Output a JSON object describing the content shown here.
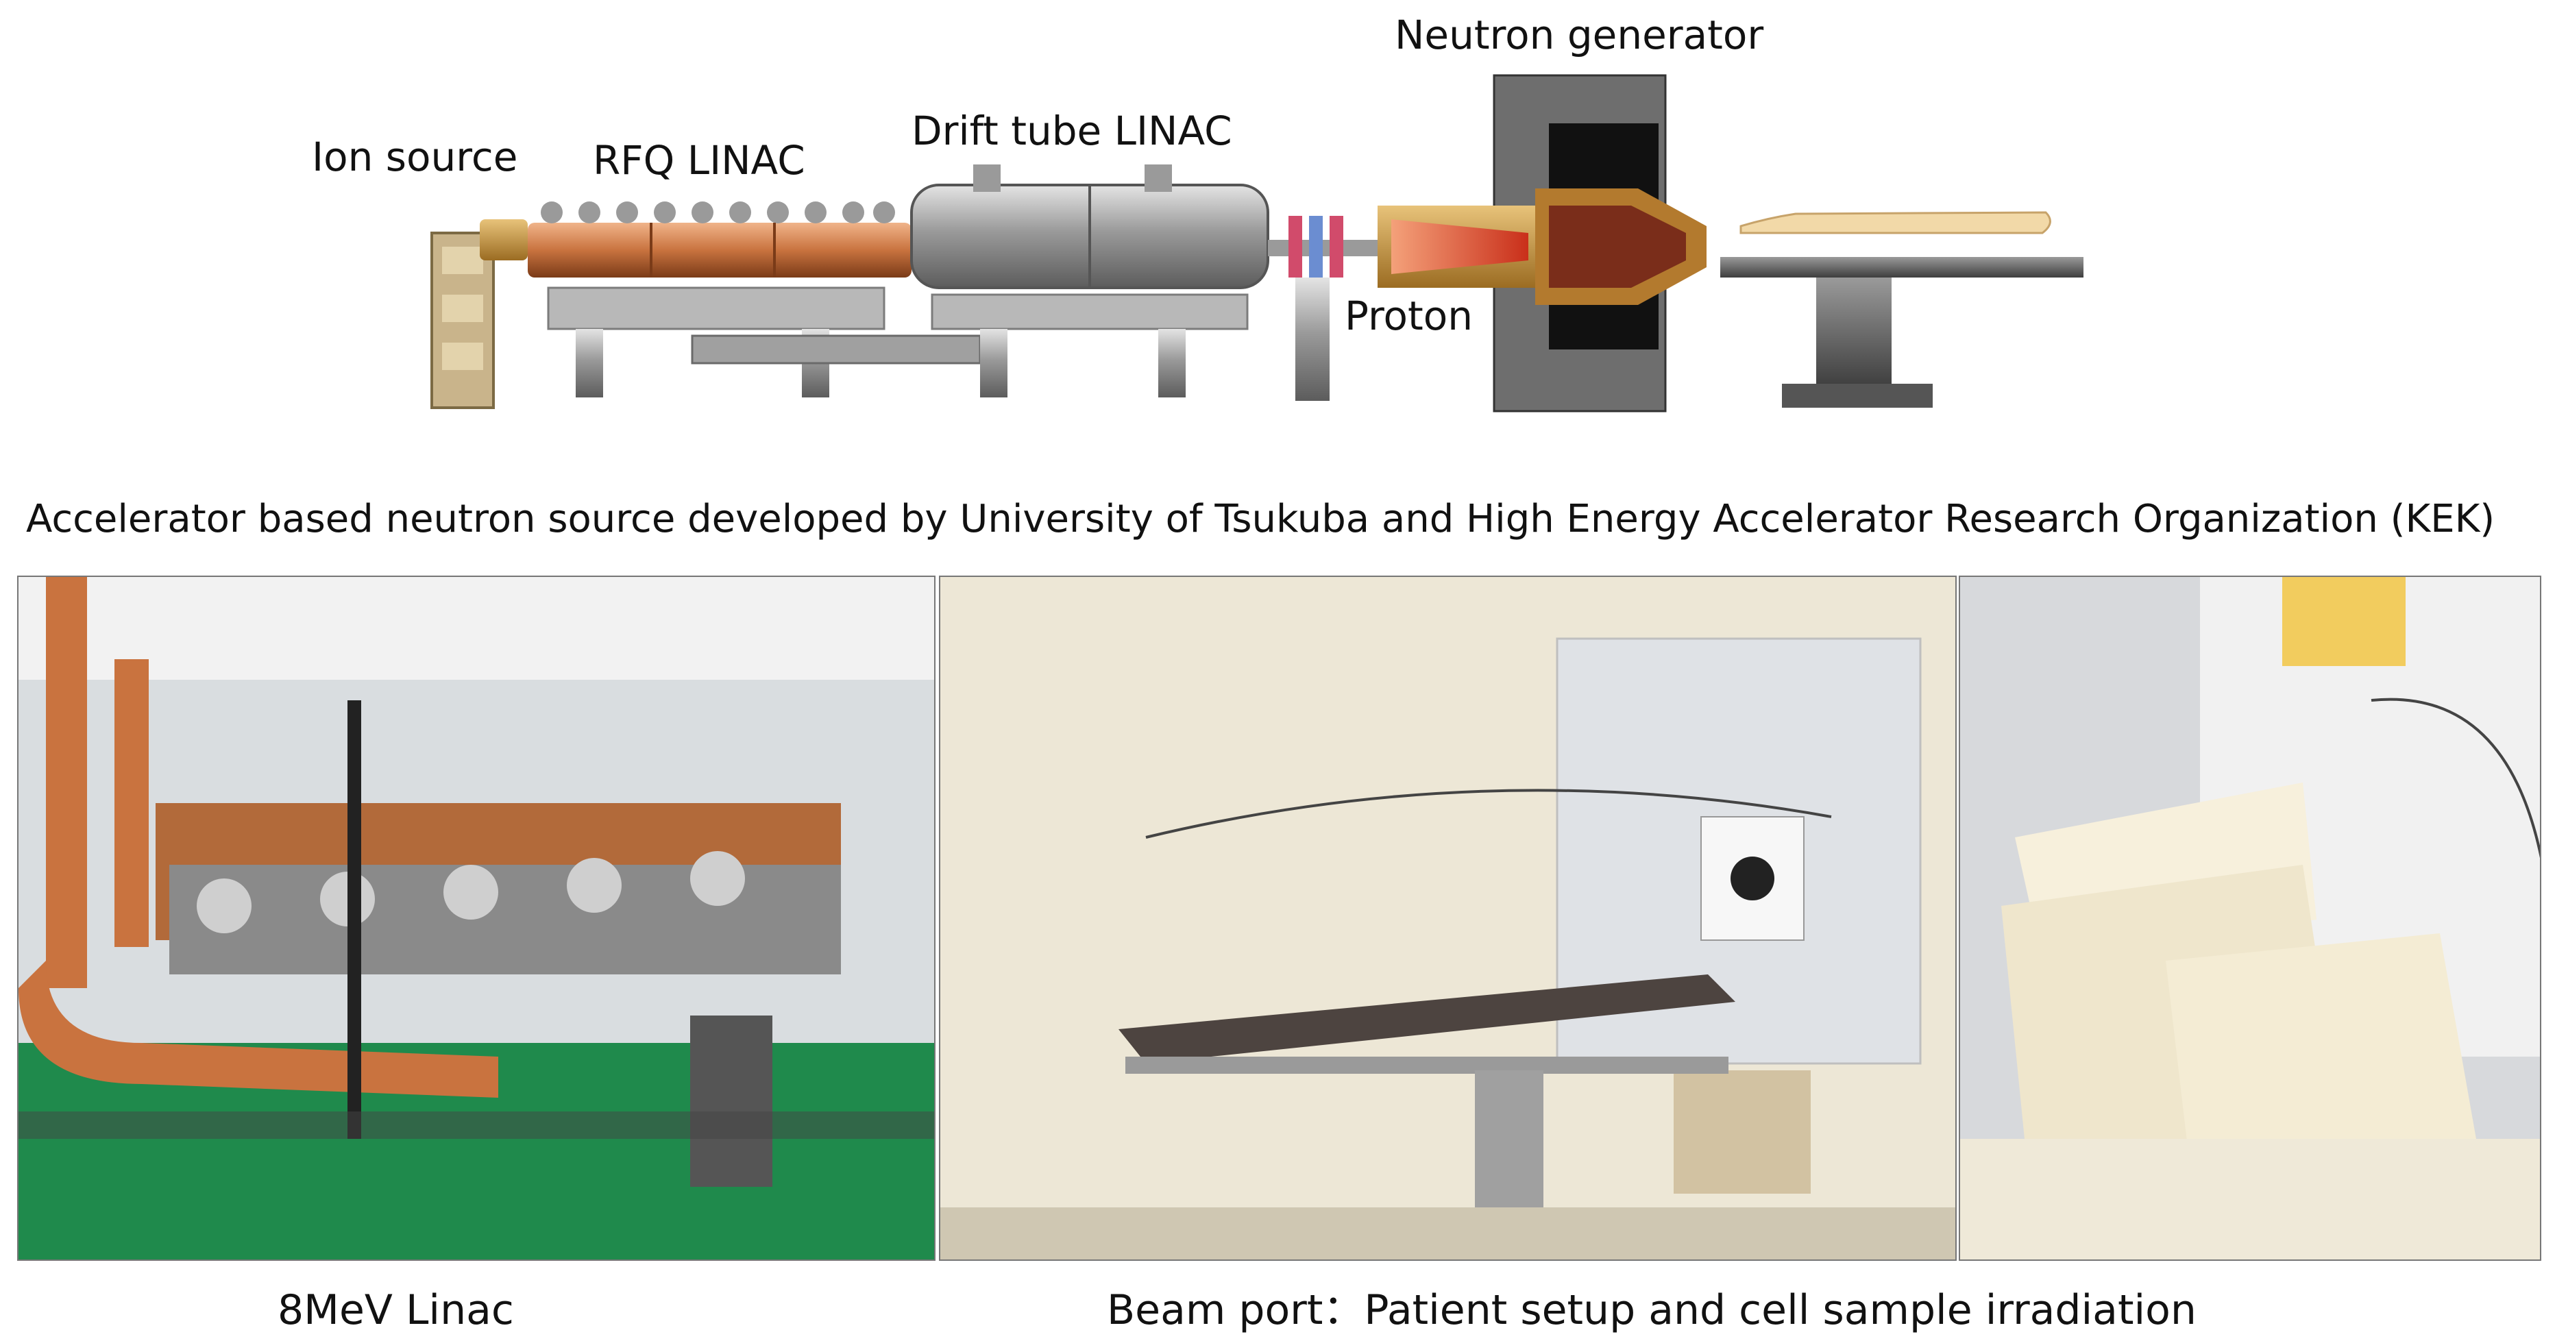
{
  "diagram": {
    "labels": {
      "ion_source": "Ion source",
      "rfq_linac": "RFQ LINAC",
      "drift_tube_linac": "Drift tube LINAC",
      "neutron_generator": "Neutron generator",
      "proton": "Proton"
    },
    "caption": "Accelerator based neutron source developed by University of Tsukuba and High Energy Accelerator Research Organization (KEK)"
  },
  "photos": {
    "linac_caption": "8MeV Linac",
    "beam_port_caption": "Beam port：Patient setup and cell sample irradiation"
  },
  "colors": {
    "copper": "#c9733f",
    "steel": "#a8a8a8",
    "shield_dark": "#111111",
    "shield_gray": "#6e6e6e",
    "beam_red": "#d9472b",
    "patient_skin": "#f2d9a8",
    "floor_green": "#1f8a4c",
    "wall_cream": "#ede7d6"
  }
}
